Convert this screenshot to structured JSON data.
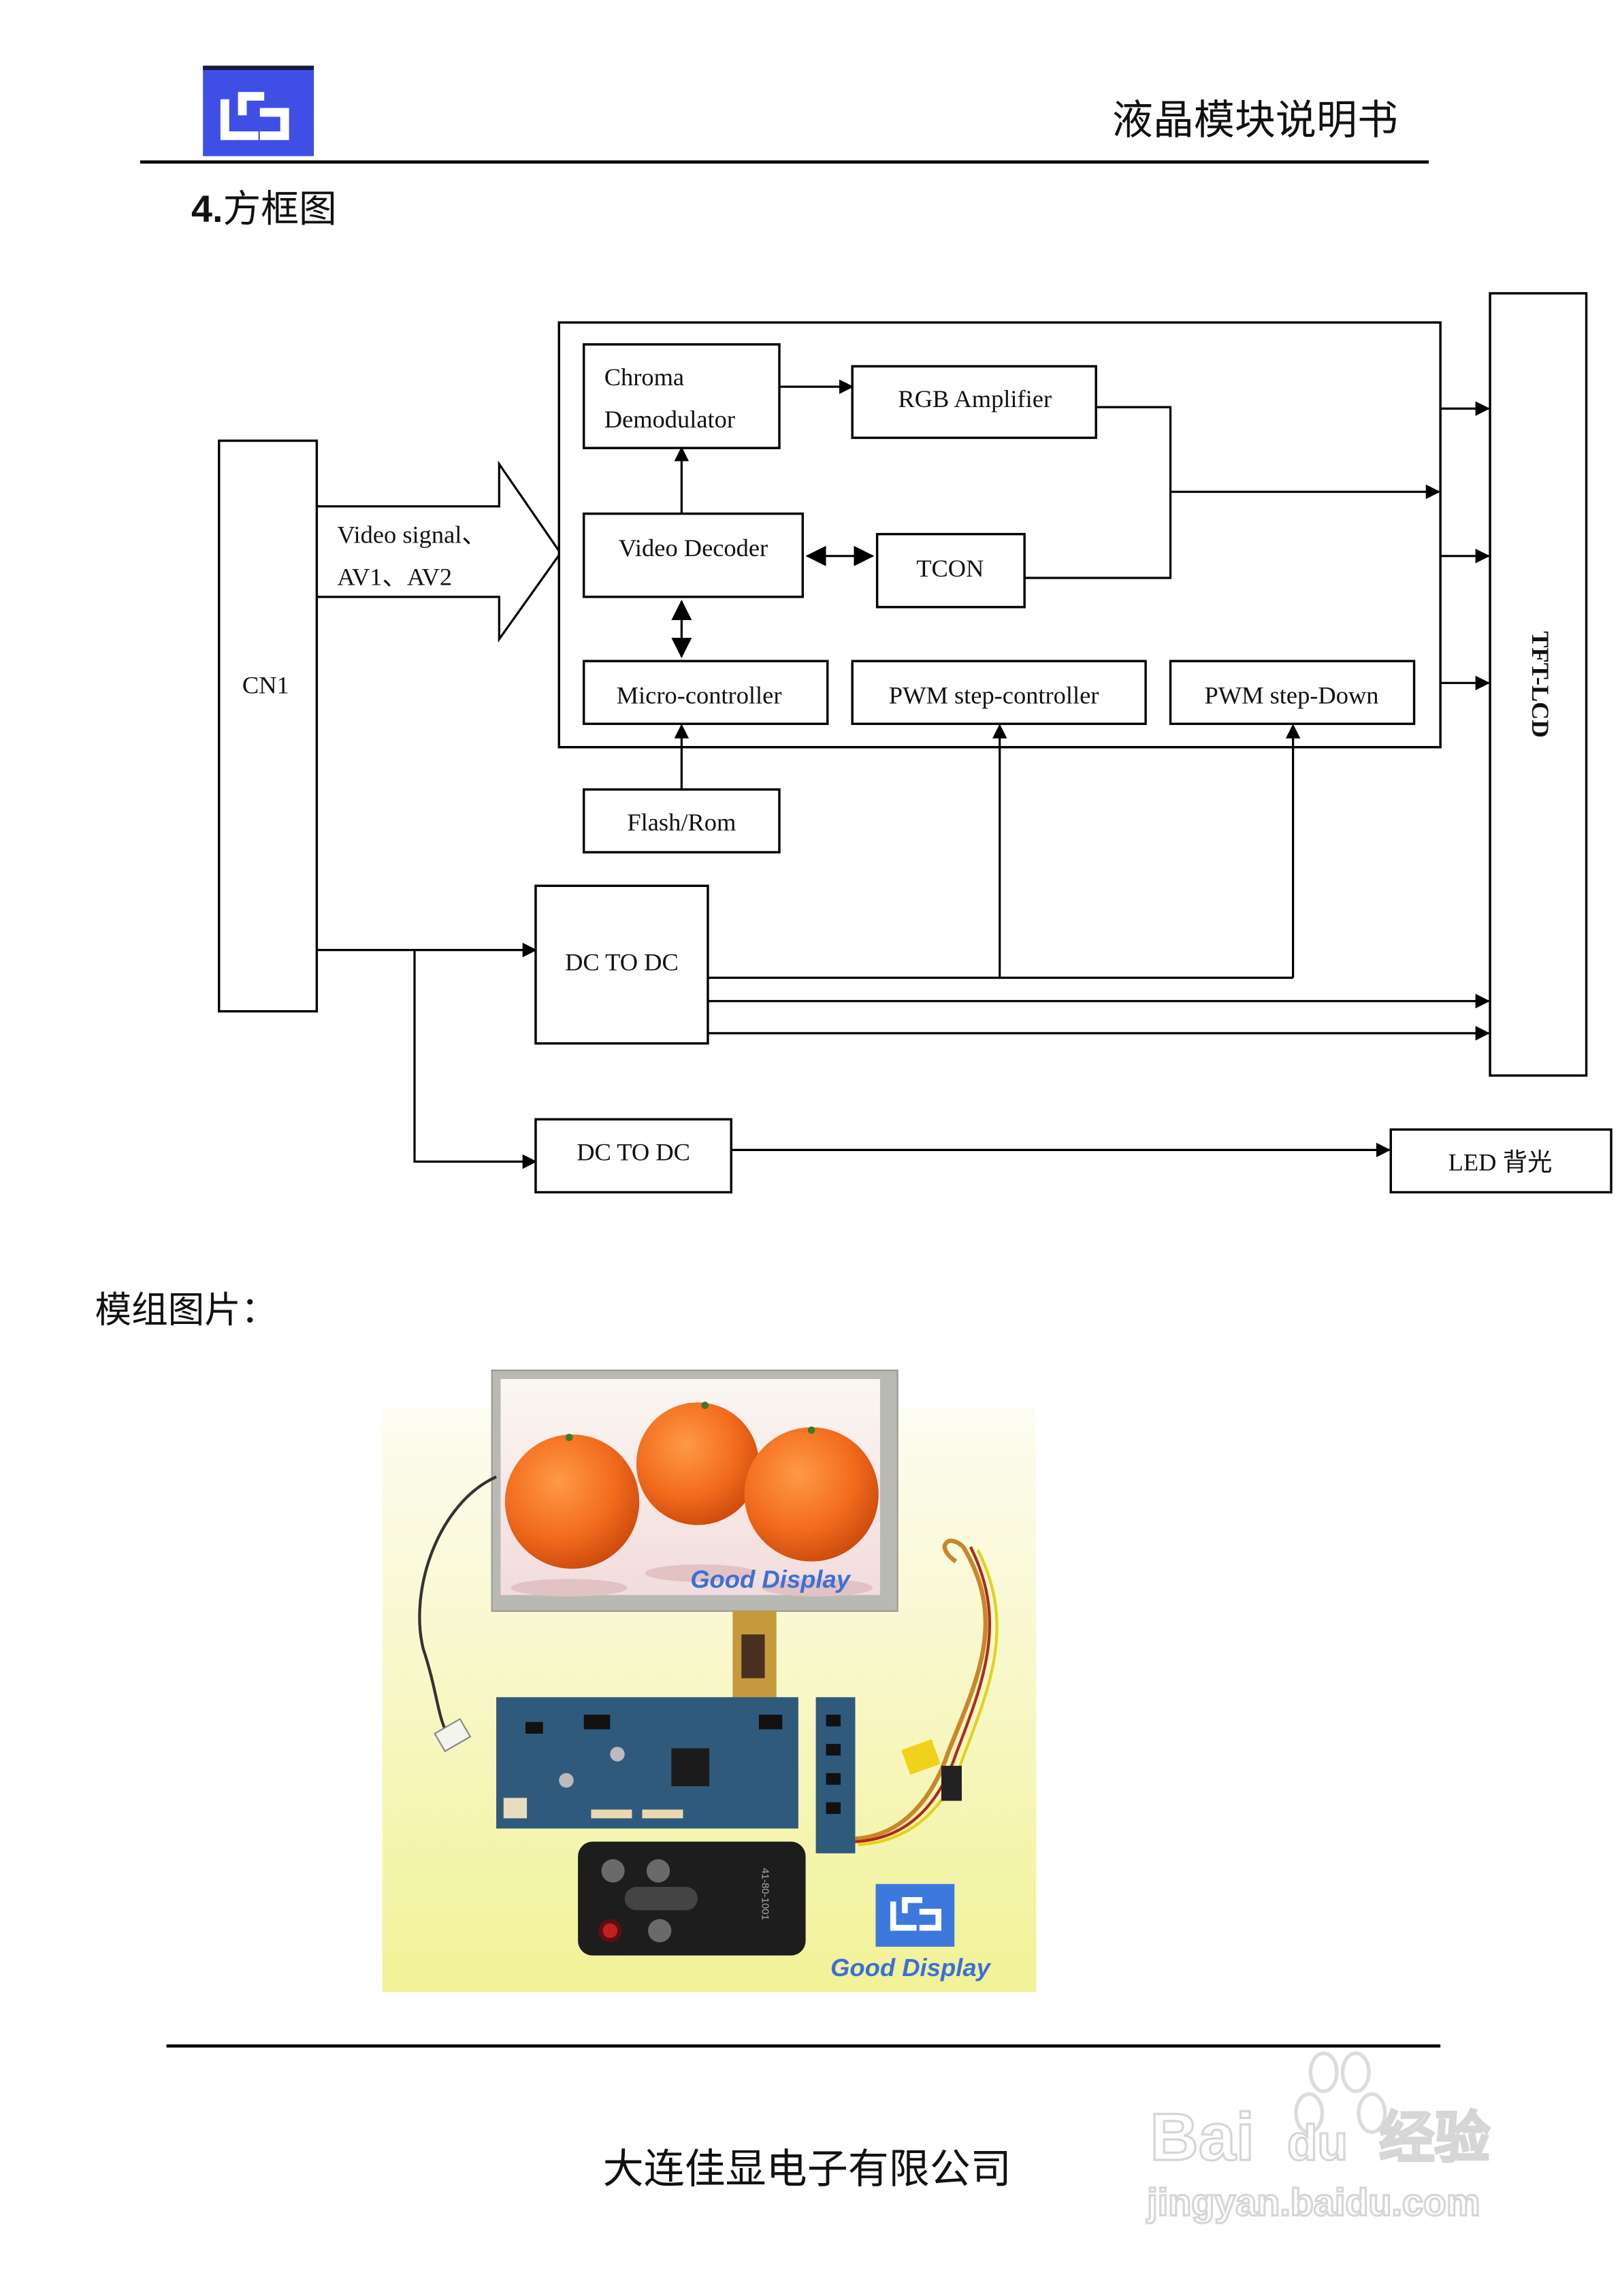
{
  "header": {
    "logo": "good-display-logo",
    "doc_title": "液晶模块说明书"
  },
  "section": {
    "number": "4.",
    "title": "方框图"
  },
  "diagram": {
    "cn1": "CN1",
    "input_arrow_line1": "Video  signal、",
    "input_arrow_line2": "AV1、AV2",
    "chroma_line1": "Chroma",
    "chroma_line2": "Demodulator",
    "rgb_amplifier": "RGB Amplifier",
    "video_decoder": "Video Decoder",
    "tcon": "TCON",
    "micro_controller": "Micro-controller",
    "pwm_step_controller": "PWM step-controller",
    "pwm_step_down": "PWM step-Down",
    "flash_rom": "Flash/Rom",
    "dc_to_dc_1": "DC TO DC",
    "dc_to_dc_2": "DC TO DC",
    "tft_lcd": "TFT-LCD",
    "led_backlight": "LED 背光"
  },
  "photo_section": {
    "title": "模组图片：",
    "brand_on_screen": "Good Display",
    "brand_bottom": "Good Display",
    "remote_label": "41-80-1001",
    "background_colors": [
      "#fbf9e6",
      "#f3f39a"
    ],
    "brand_color": "#3d6fd6",
    "orange_color": "#f26b1d"
  },
  "footer": {
    "company": "大连佳显电子有限公司"
  },
  "watermark": {
    "brand": "Bai",
    "paw": "du",
    "cn": "经验",
    "url": "jingyan.baidu.com"
  },
  "colors": {
    "logo_blue": "#3f4fe6",
    "rule": "#000000"
  }
}
